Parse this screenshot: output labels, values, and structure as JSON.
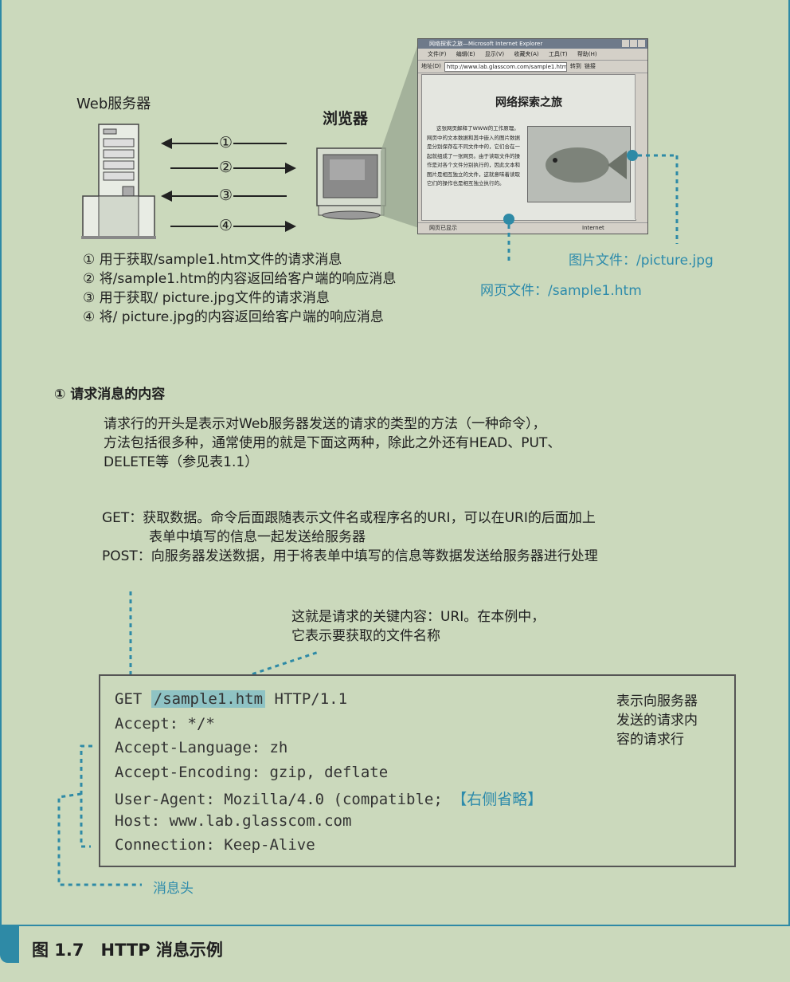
{
  "server": {
    "label": "Web服务器"
  },
  "browser": {
    "label": "浏览器"
  },
  "arrows": [
    "①",
    "②",
    "③",
    "④"
  ],
  "ie": {
    "title": "网络探索之旅—Microsoft Internet Explorer",
    "menu": [
      "文件(F)",
      "编辑(E)",
      "显示(V)",
      "收藏夹(A)",
      "工具(T)",
      "帮助(H)"
    ],
    "address_label": "地址(D)",
    "address": "http://www.lab.glasscom.com/sample1.htm",
    "go": "转到",
    "links": "链接",
    "page_title": "网络探索之旅",
    "page_text": "这张网页解释了WWW的工作原理。网页中的文本数据和其中嵌入的图片数据是分别保存在不同文件中的，它们合在一起就组成了一张网页。由于读取文件的操作是对各个文件分别执行的，因此文本和图片是相互独立的文件，这就意味着读取它们的操作也是相互独立执行的。",
    "status": "网页已显示",
    "zone": "Internet"
  },
  "file_labels": {
    "picture": "图片文件：/picture.jpg",
    "page": "网页文件：/sample1.htm"
  },
  "legend": [
    "① 用于获取/sample1.htm文件的请求消息",
    "② 将/sample1.htm的内容返回给客户端的响应消息",
    "③ 用于获取/ picture.jpg文件的请求消息",
    "④ 将/ picture.jpg的内容返回给客户端的响应消息"
  ],
  "section": {
    "title": "① 请求消息的内容",
    "para": [
      "请求行的开头是表示对Web服务器发送的请求的类型的方法（一种命令），",
      "方法包括很多种，通常使用的就是下面这两种，除此之外还有HEAD、PUT、",
      "DELETE等（参见表1.1）"
    ],
    "get_line1": "GET：获取数据。命令后面跟随表示文件名或程序名的URI，可以在URI的后面加上",
    "get_line2": "表单中填写的信息一起发送给服务器",
    "post_line": "POST：向服务器发送数据，用于将表单中填写的信息等数据发送给服务器进行处理"
  },
  "uri_note": [
    "这就是请求的关键内容：URI。在本例中，",
    "它表示要获取的文件名称"
  ],
  "request": {
    "method": "GET",
    "uri": "/sample1.htm",
    "version": "HTTP/1.1",
    "headers": [
      "Accept: */*",
      "Accept-Language: zh",
      "Accept-Encoding: gzip, deflate",
      "User-Agent: Mozilla/4.0 (compatible;",
      "Host: www.lab.glasscom.com",
      "Connection: Keep-Alive"
    ],
    "omitted": "【右侧省略】"
  },
  "request_line_note": [
    "表示向服务器",
    "发送的请求内",
    "容的请求行"
  ],
  "headers_note": "消息头",
  "caption": "图 1.7　HTTP 消息示例",
  "colors": {
    "accent": "#2e8aa6",
    "background": "#cbd9bc",
    "highlight": "#8fc3c4"
  }
}
